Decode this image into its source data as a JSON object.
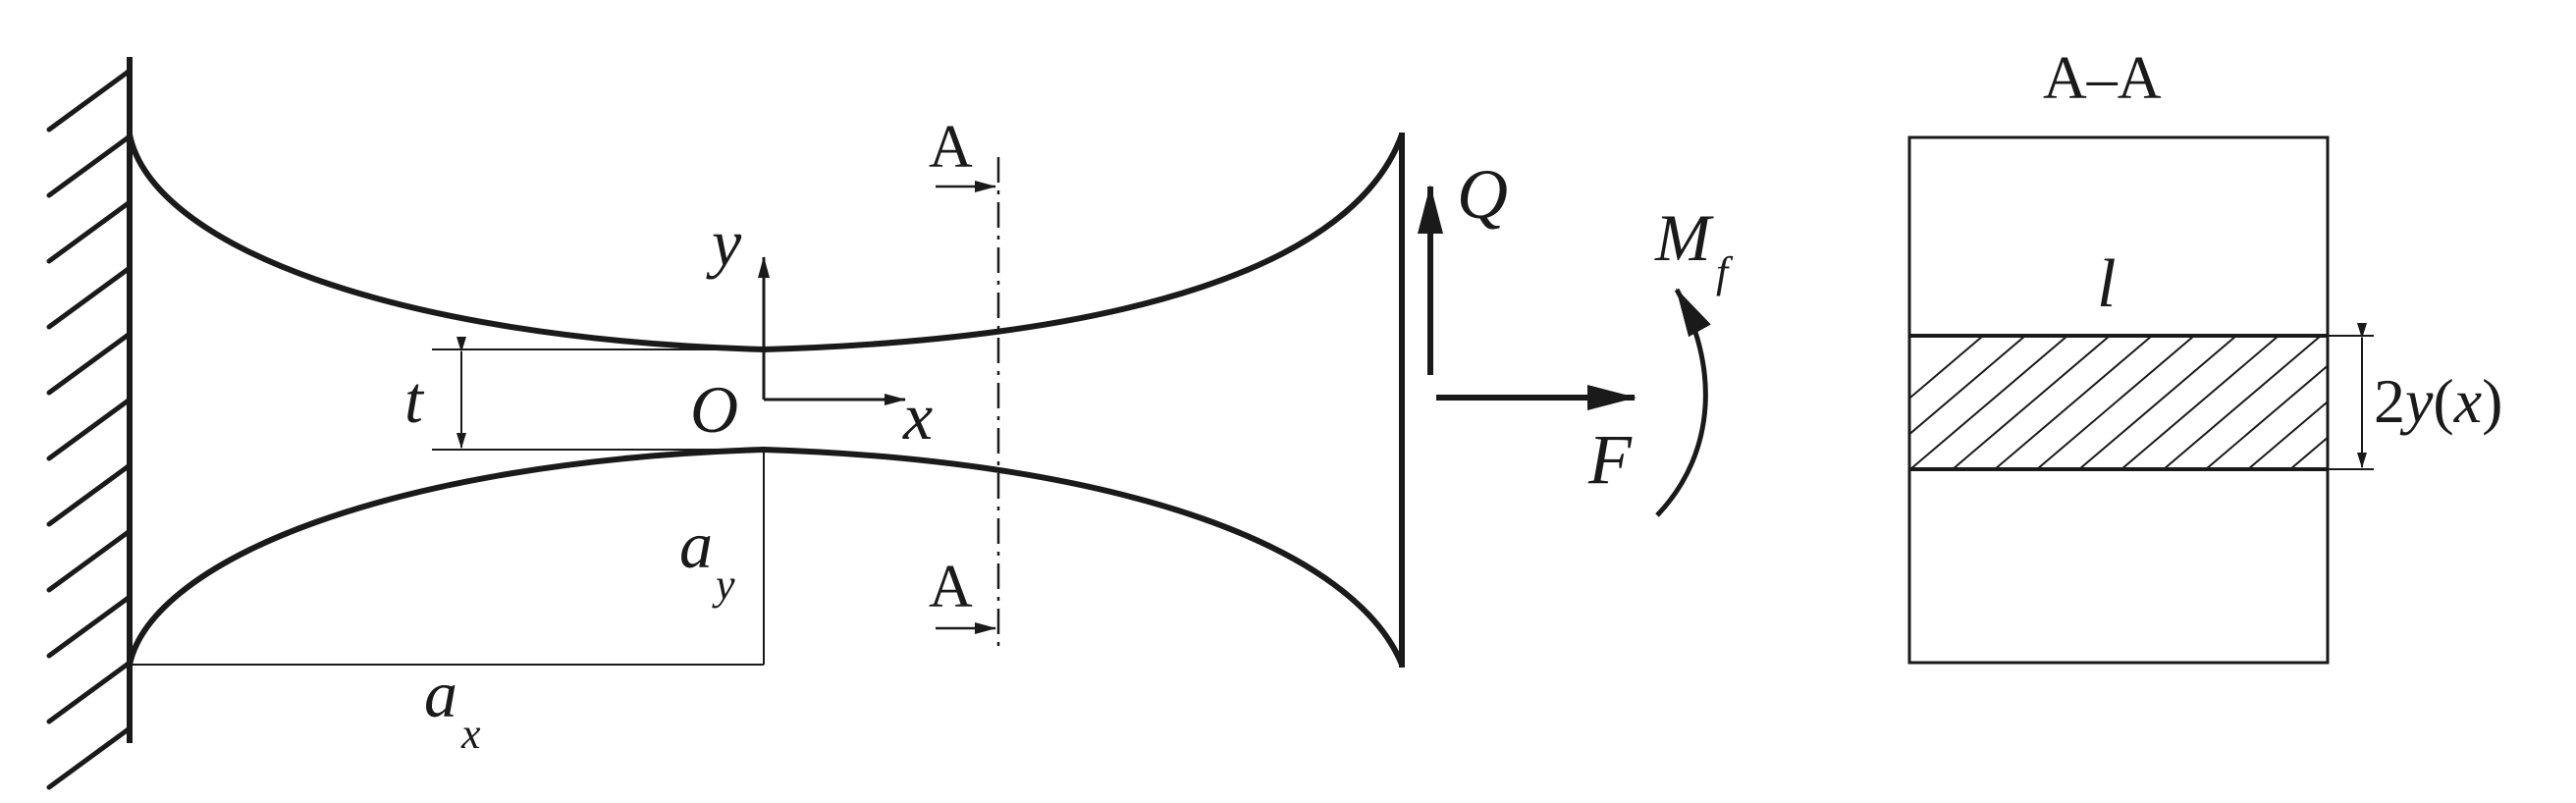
{
  "figure": {
    "colors": {
      "ink": "#1a1a1a",
      "background": "#ffffff"
    },
    "beam": {
      "labels": {
        "section_top": "A",
        "section_bottom": "A",
        "y_axis": "y",
        "x_axis": "x",
        "origin": "O",
        "thickness": "t",
        "ay_main": "a",
        "ay_sub": "y",
        "ax_main": "a",
        "ax_sub": "x",
        "shear": "Q",
        "axial": "F",
        "moment_main": "M",
        "moment_sub": "f"
      }
    },
    "section": {
      "title": "A–A",
      "width_label": "l",
      "height_label": "2y(x)"
    }
  }
}
